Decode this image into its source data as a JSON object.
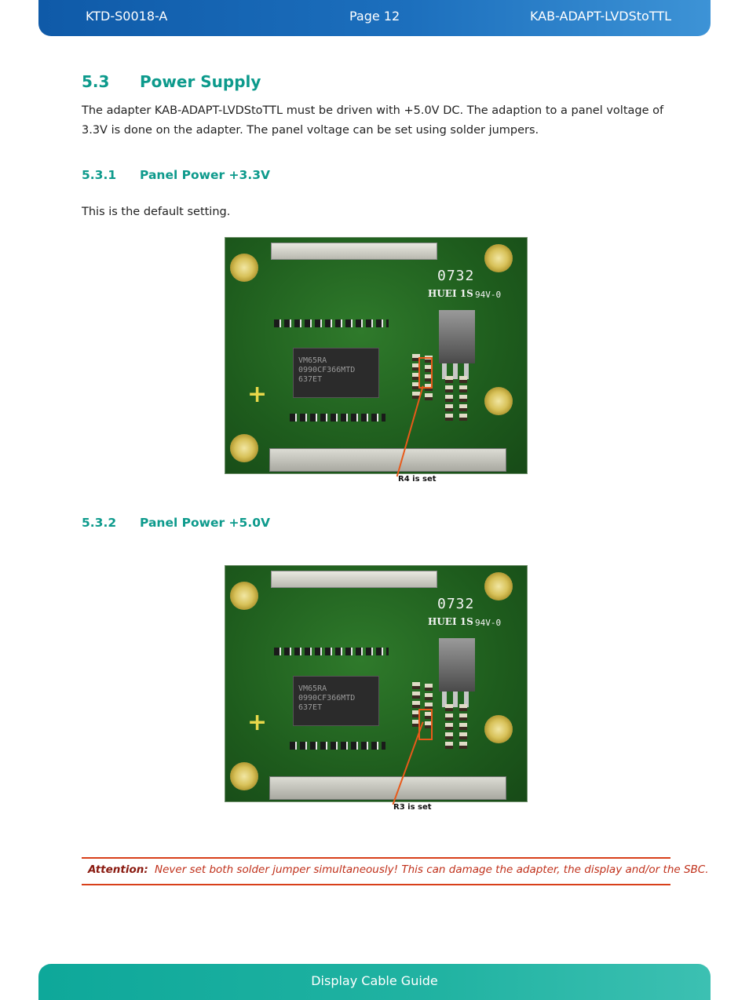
{
  "header": {
    "doc_id": "KTD-S0018-A",
    "page": "Page 12",
    "product": "KAB-ADAPT-LVDStoTTL"
  },
  "section": {
    "number": "5.3",
    "title": "Power Supply",
    "text": "The adapter KAB-ADAPT-LVDStoTTL must be driven with +5.0V DC. The adaption to a panel voltage of 3.3V is done on the adapter. The panel voltage can be set using solder jumpers."
  },
  "subsections": [
    {
      "number": "5.3.1",
      "title": "Panel Power +3.3V",
      "text": "This is the default setting.",
      "caption": "R4 is set"
    },
    {
      "number": "5.3.2",
      "title": "Panel Power +5.0V",
      "caption": "R3 is set"
    }
  ],
  "board_silkscreen": {
    "date_code": "0732",
    "maker": "HUEI 1S",
    "rating": "94V-0",
    "chip_marking": "VM65RA\n0990CF366MTD\n637ET"
  },
  "attention": {
    "label": "Attention:",
    "text": "Never set both solder jumper simultaneously! This can damage the adapter, the display and/or the SBC."
  },
  "footer": {
    "title": "Display Cable Guide"
  },
  "colors": {
    "header_blue": "#1c6fbd",
    "footer_teal": "#21b3a2",
    "heading_teal": "#0d9a8c",
    "attention_red": "#d8401a"
  }
}
